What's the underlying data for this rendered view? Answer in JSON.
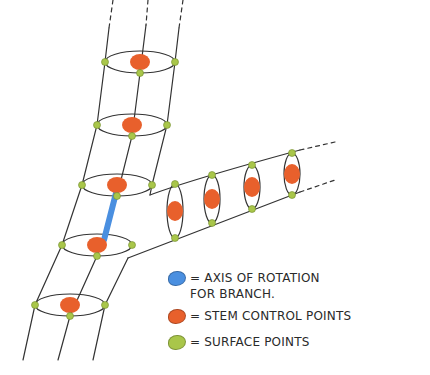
{
  "diagram": {
    "legend": [
      {
        "text": "= AXIS OF ROTATION FOR BRANCH.",
        "color": "#4a8fe0"
      },
      {
        "text": "= STEM CONTROL POINTS",
        "color": "#e8602c"
      },
      {
        "text": "= SURFACE POINTS",
        "color": "#a9c64a"
      }
    ]
  }
}
